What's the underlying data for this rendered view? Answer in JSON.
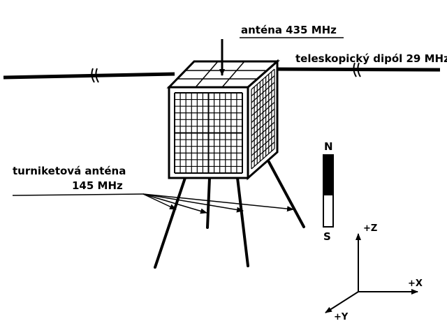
{
  "labels": {
    "antenna_435": "anténa 435 MHz",
    "dipole_29": "teleskopický dipól 29 MHz",
    "turnstile_line1": "turniketová anténa",
    "turnstile_line2": "145 MHz",
    "magnet_north": "N",
    "magnet_south": "S",
    "axis_z": "+Z",
    "axis_x": "+X",
    "axis_y": "+Y"
  },
  "colors": {
    "ink": "#000000",
    "paper": "#ffffff"
  }
}
